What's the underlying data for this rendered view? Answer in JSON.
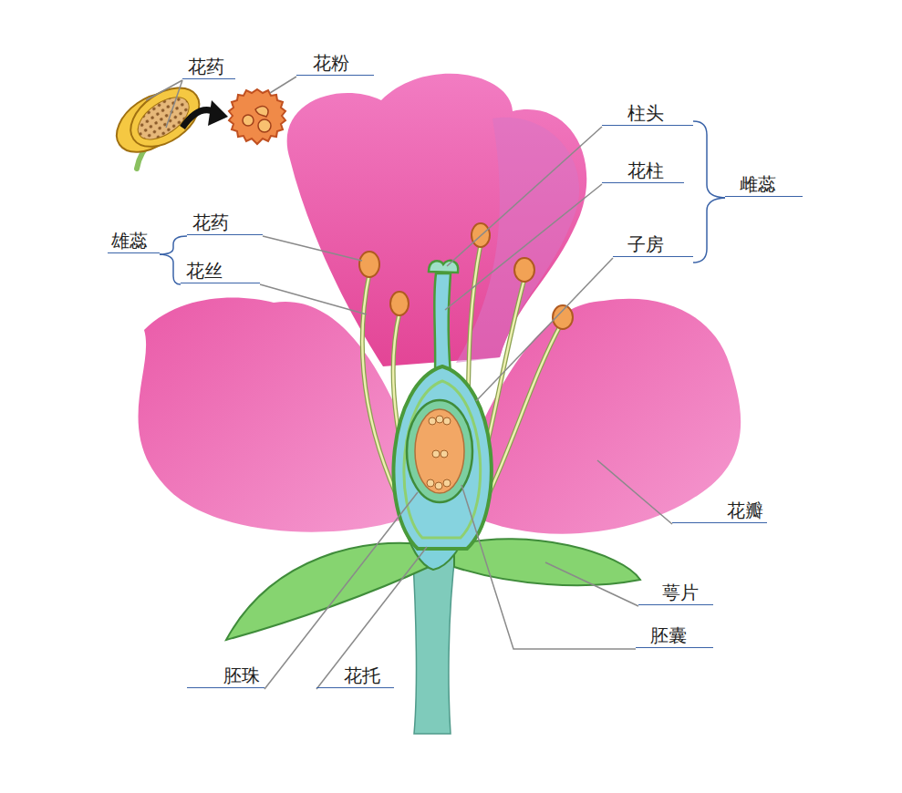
{
  "diagram": {
    "labels": [
      "花药",
      "花粉",
      "柱头",
      "花柱",
      "雌蕊",
      "花药",
      "雄蕊",
      "子房",
      "花丝",
      "花瓣",
      "萼片",
      "胚囊",
      "胚珠",
      "花托"
    ]
  }
}
